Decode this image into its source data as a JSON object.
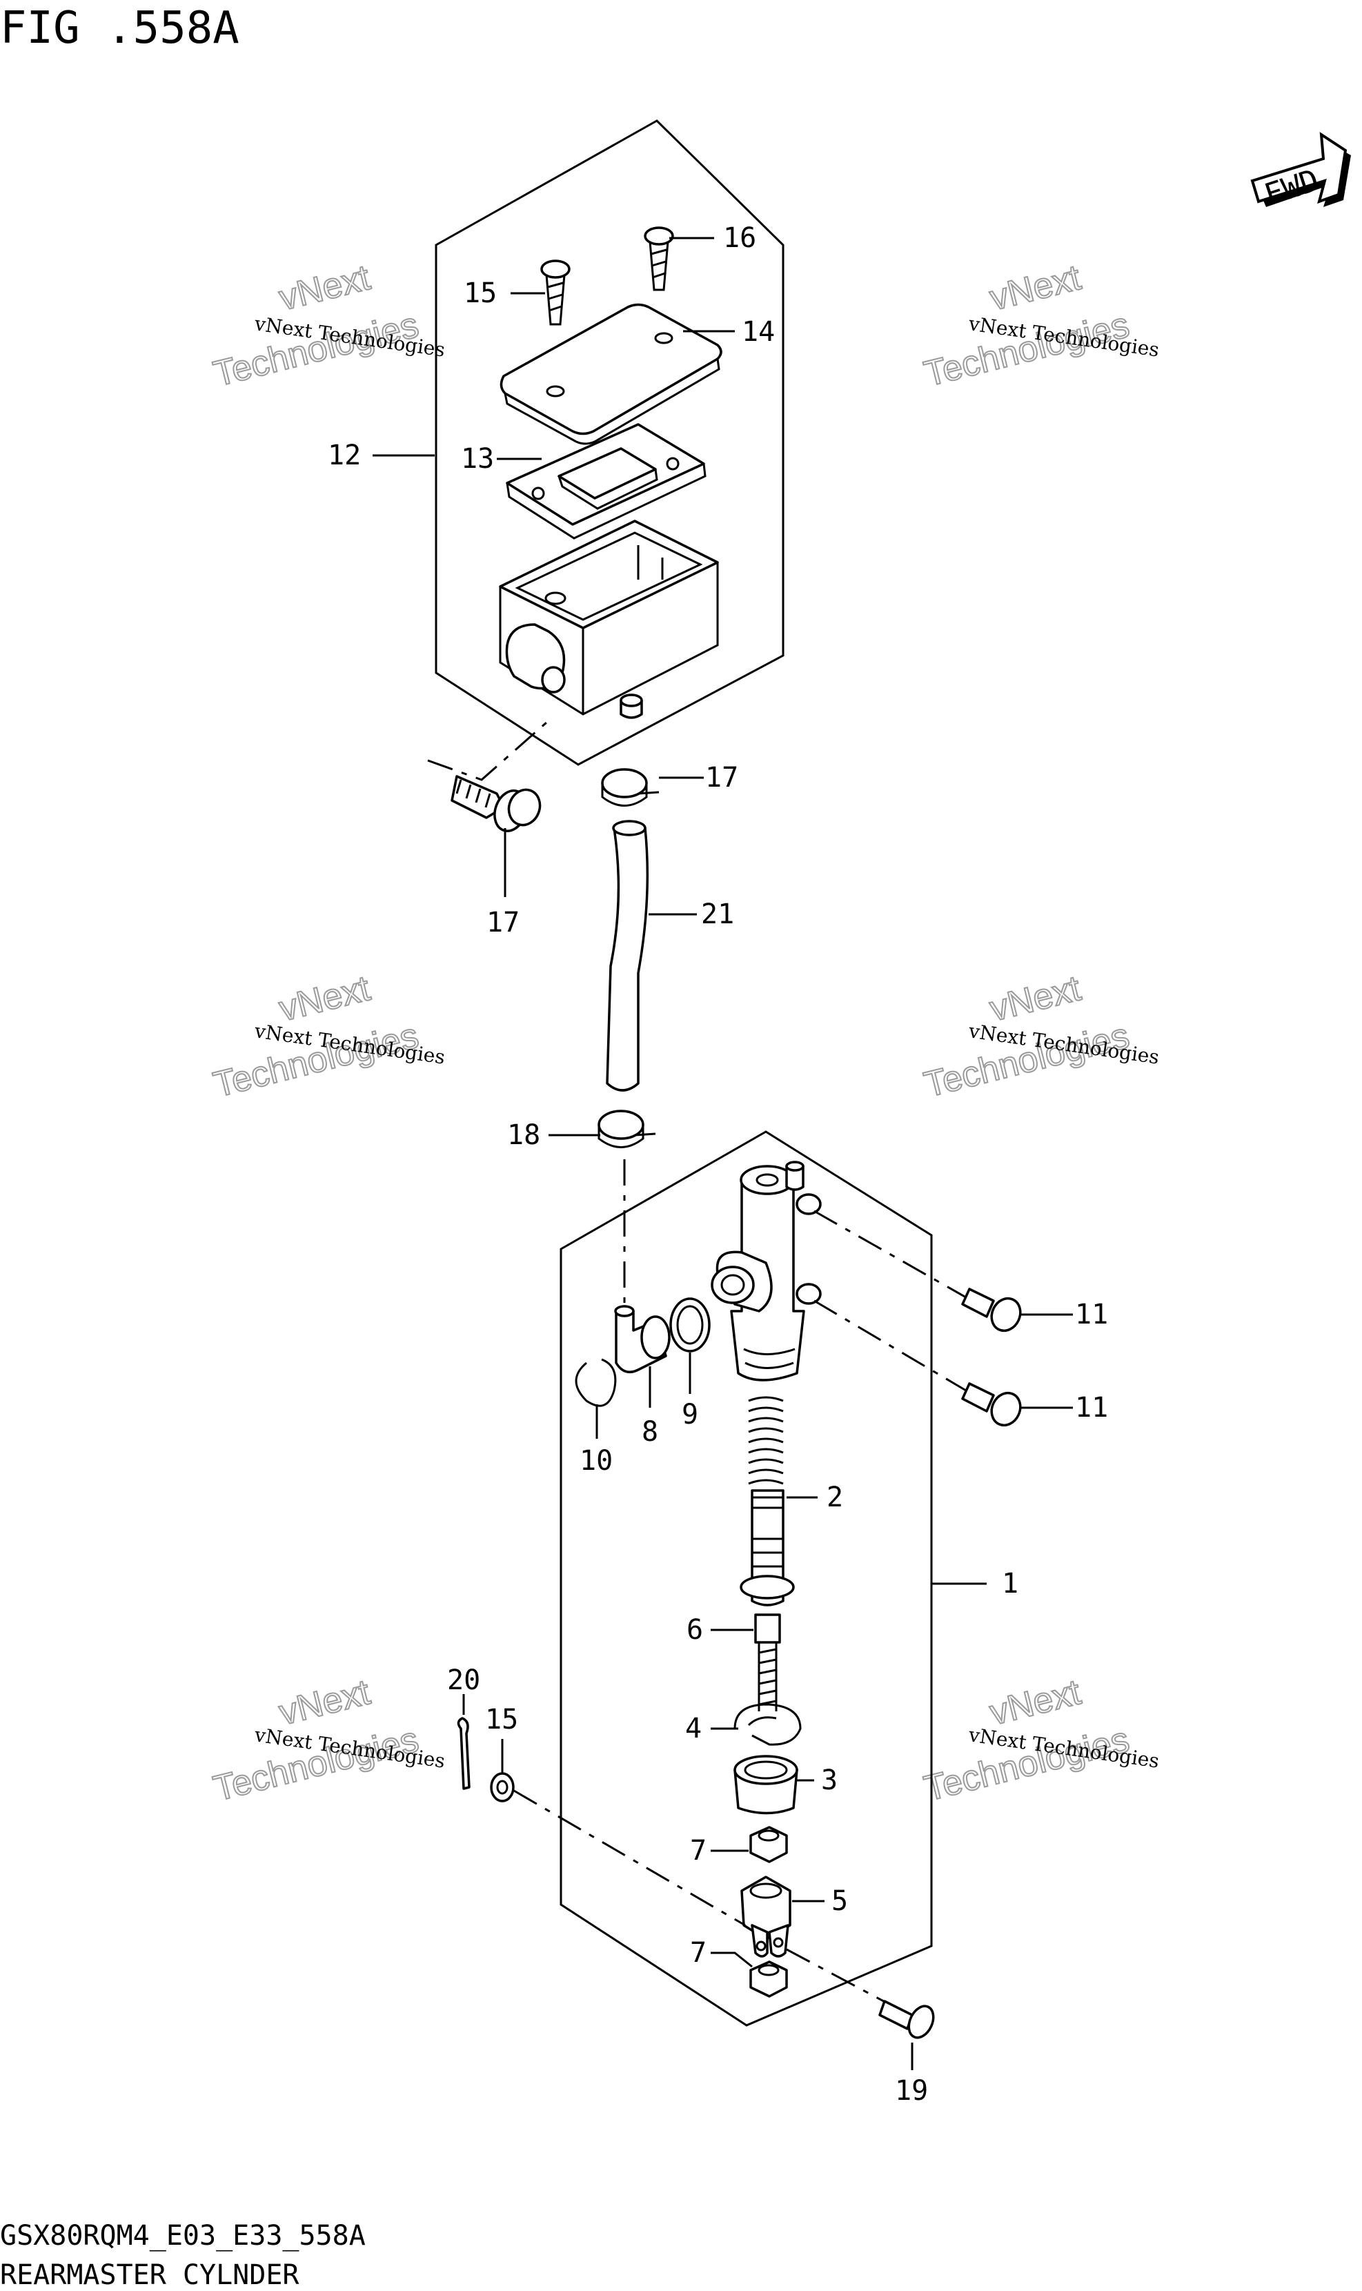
{
  "figure": {
    "title": "FIG .558A",
    "model_code": "GSX80RQM4_E03_E33_558A",
    "caption": "REARMASTER CYLNDER",
    "fwd_label": "FWD"
  },
  "watermark": {
    "line1": "vNext Technologies",
    "line2": "vNext",
    "line3": "Technologies"
  },
  "callouts": [
    {
      "id": "c1",
      "text": "1"
    },
    {
      "id": "c2",
      "text": "2"
    },
    {
      "id": "c3",
      "text": "3"
    },
    {
      "id": "c4",
      "text": "4"
    },
    {
      "id": "c5",
      "text": "5"
    },
    {
      "id": "c6",
      "text": "6"
    },
    {
      "id": "c7a",
      "text": "7"
    },
    {
      "id": "c7b",
      "text": "7"
    },
    {
      "id": "c8",
      "text": "8"
    },
    {
      "id": "c9",
      "text": "9"
    },
    {
      "id": "c10",
      "text": "10"
    },
    {
      "id": "c11a",
      "text": "11"
    },
    {
      "id": "c11b",
      "text": "11"
    },
    {
      "id": "c12",
      "text": "12"
    },
    {
      "id": "c13",
      "text": "13"
    },
    {
      "id": "c14",
      "text": "14"
    },
    {
      "id": "c15a",
      "text": "15"
    },
    {
      "id": "c15b",
      "text": "15"
    },
    {
      "id": "c16",
      "text": "16"
    },
    {
      "id": "c17a",
      "text": "17"
    },
    {
      "id": "c17b",
      "text": "17"
    },
    {
      "id": "c18",
      "text": "18"
    },
    {
      "id": "c19",
      "text": "19"
    },
    {
      "id": "c20",
      "text": "20"
    },
    {
      "id": "c21",
      "text": "21"
    }
  ]
}
